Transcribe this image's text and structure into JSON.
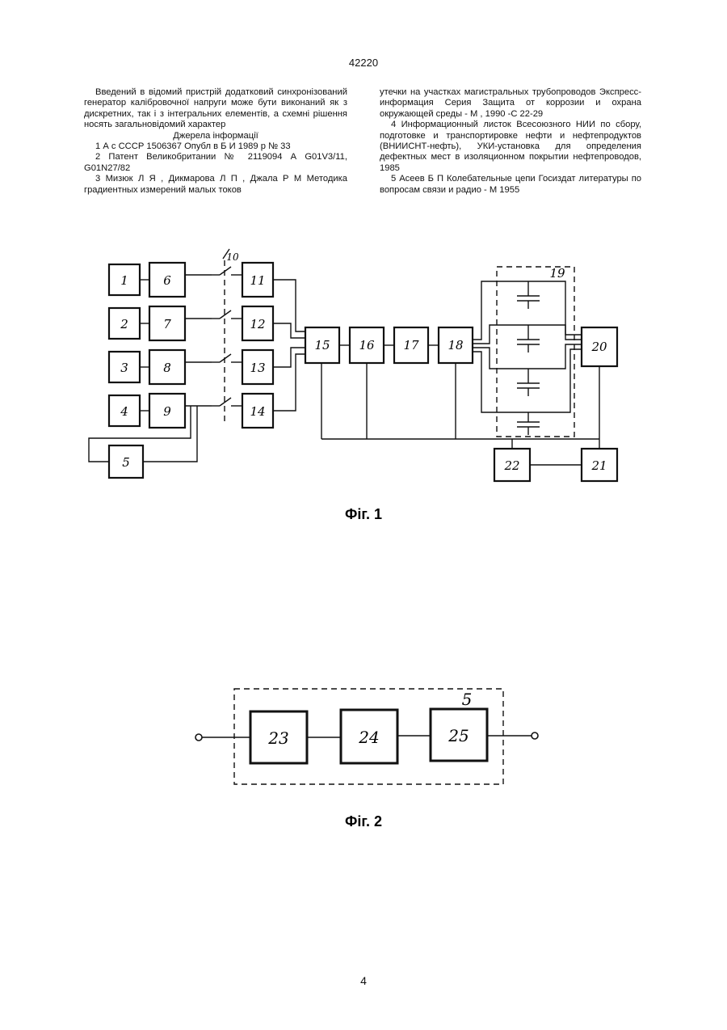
{
  "header": {
    "patent_number": "42220"
  },
  "left_column": {
    "p1": "Введений в відомий пристрій додатковий синхронізований генератор калібровочної напруги може бути виконаний як з дискретних, так і з інтегральних елементів, а схемні рішення носять загальновідомий характер",
    "sources_title": "Джерела інформації",
    "s1": "1 А с СССР 1506367 Опубл в Б И 1989 р № 33",
    "s2": "2 Патент Великобритании № 2119094 А G01V3/11, G01N27/82",
    "s3": "3 Мизюк Л Я , Дикмарова Л П , Джала Р М Методика градиентных измерений малых токов"
  },
  "right_column": {
    "p1": "утечки на участках магистральных трубопроводов Экспресс-информация Серия Защита от коррозии и охрана окружающей среды - М , 1990 -С 22-29",
    "s4": "4 Информационный листок Всесоюзного НИИ по сбору, подготовке и транспортировке нефти и нефтепродуктов (ВНИИСНТ-нефть), УКИ-установка для определения дефектных мест в изоляционном покрытии нефтепроводов, 1985",
    "s5": "5 Асеев Б П Колебательные цепи Госиздат литературы по вопросам связи и радио - М 1955"
  },
  "figure1": {
    "caption": "Фіг. 1",
    "block_labels": [
      "1",
      "2",
      "3",
      "4",
      "5",
      "6",
      "7",
      "8",
      "9",
      "10",
      "11",
      "12",
      "13",
      "14",
      "15",
      "16",
      "17",
      "18",
      "19",
      "20",
      "21",
      "22"
    ]
  },
  "figure2": {
    "caption": "Фіг. 2",
    "group_label": "5",
    "block_labels": [
      "23",
      "24",
      "25"
    ]
  },
  "footer": {
    "page_number": "4"
  }
}
